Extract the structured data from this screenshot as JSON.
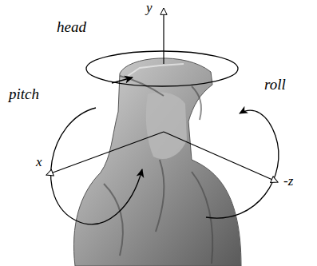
{
  "diagram": {
    "labels": [
      "y",
      "head",
      "pitch",
      "roll",
      "x",
      "-z"
    ]
  }
}
